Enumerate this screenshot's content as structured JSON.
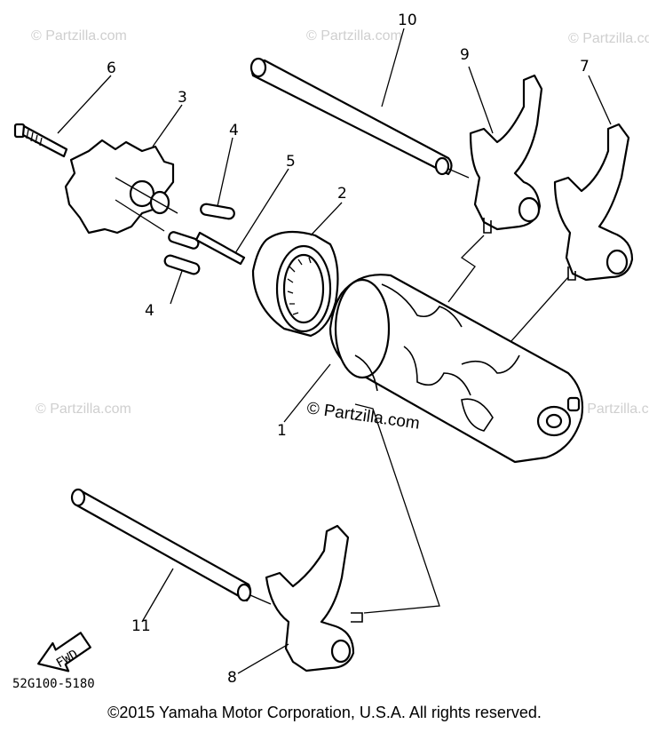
{
  "watermarks": [
    "© Partzilla.com",
    "© Partzilla.com",
    "© Partzilla.com",
    "© Partzilla.com",
    "© Partzilla.com"
  ],
  "center_watermark": "© Partzilla.com",
  "callouts": {
    "c1": "1",
    "c2": "2",
    "c3": "3",
    "c4a": "4",
    "c4b": "4",
    "c5": "5",
    "c6": "6",
    "c7": "7",
    "c8": "8",
    "c9": "9",
    "c10": "10",
    "c11": "11"
  },
  "fwd_label": "FWD",
  "diagram_code": "52G100-5180",
  "copyright": "©2015  Yamaha Motor Corporation, U.S.A. All rights reserved."
}
